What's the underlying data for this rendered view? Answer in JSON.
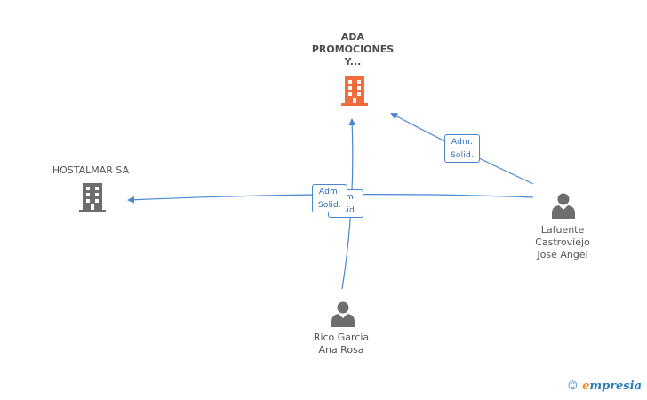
{
  "nodes": {
    "company_main": {
      "label": "ADA\nPROMOCIONES\nY...",
      "color": "#f26b3a"
    },
    "company_second": {
      "label": "HOSTALMAR SA",
      "color": "#6d6d6d"
    },
    "person_lafuente": {
      "label": "Lafuente\nCastroviejo\nJose Angel",
      "color": "#6d6d6d"
    },
    "person_rico": {
      "label": "Rico Garcia\nAna Rosa",
      "color": "#6d6d6d"
    }
  },
  "edge_badges": {
    "badge_1": {
      "line1": "Adm.",
      "line2": "Solid."
    },
    "badge_2_hidden": {
      "line1": "Adm.",
      "line2": "Solid."
    },
    "badge_3": {
      "line1": "Adm.",
      "line2": "Solid."
    }
  },
  "edge_color": "#4a86cf",
  "footer": {
    "copyright_symbol": "©",
    "brand_first": "e",
    "brand_rest": "mpresia"
  }
}
